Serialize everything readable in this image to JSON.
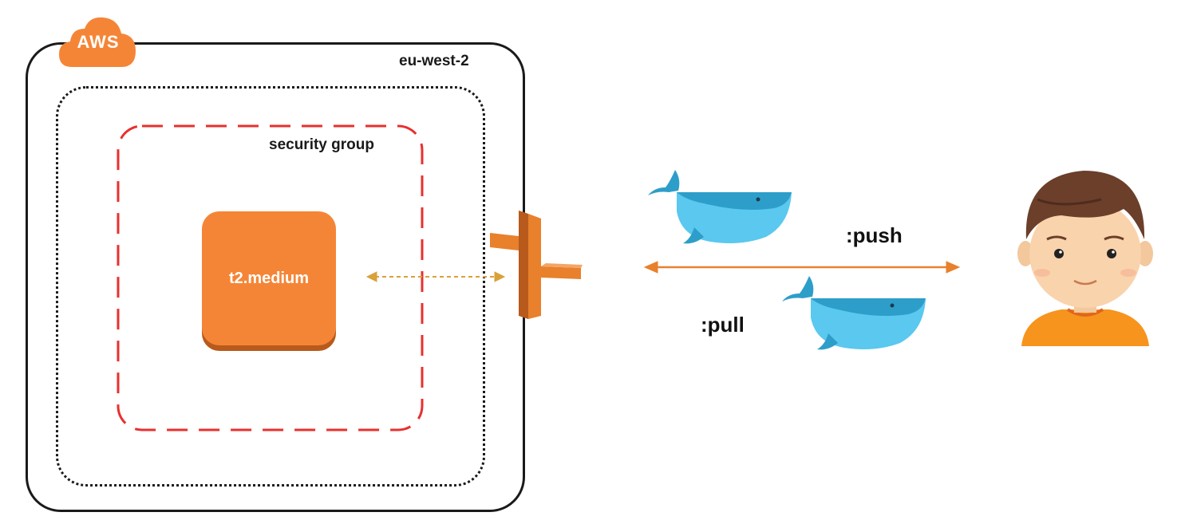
{
  "aws_badge": {
    "label": "AWS",
    "icon": "aws-cloud-icon",
    "color": "#f58536"
  },
  "region": {
    "label": "eu-west-2"
  },
  "security_group": {
    "label": "security group",
    "border_color": "#e8302e"
  },
  "instance": {
    "label": "t2.medium",
    "color": "#f58536"
  },
  "gateway": {
    "icon": "internet-gateway-icon",
    "color": "#e8802c"
  },
  "registry": {
    "push": {
      "label": ":push",
      "icon": "docker-whale-icon"
    },
    "pull": {
      "label": ":pull",
      "icon": "docker-whale-icon"
    },
    "arrow_color": "#e8802c"
  },
  "user": {
    "icon": "user-avatar-icon"
  }
}
